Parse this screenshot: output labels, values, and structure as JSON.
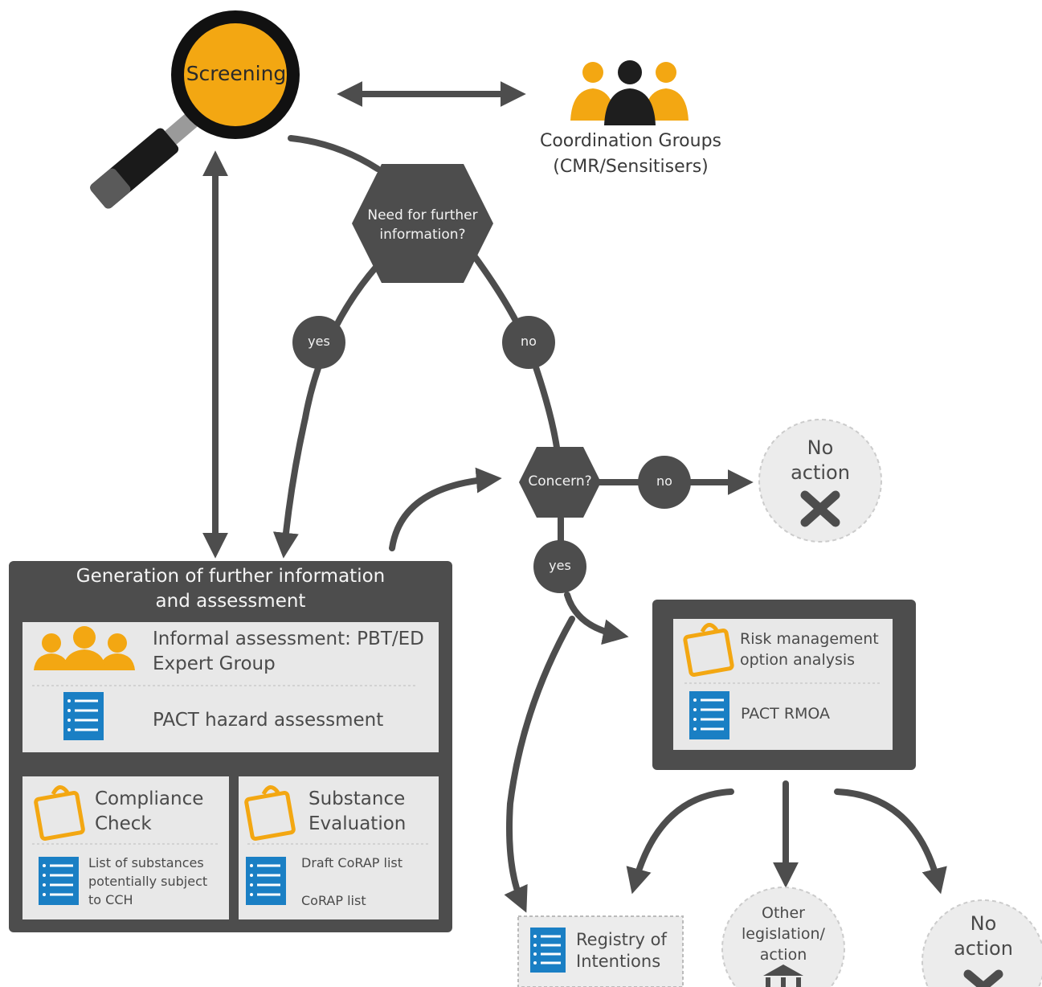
{
  "screening": {
    "label": "Screening"
  },
  "coordination": {
    "line1": "Coordination Groups",
    "line2": "(CMR/Sensitisers)"
  },
  "decision_info": {
    "line1": "Need for further",
    "line2": "information?"
  },
  "decision_concern": {
    "label": "Concern?"
  },
  "badges": {
    "yes_1": "yes",
    "no_1": "no",
    "no_2": "no",
    "yes_2": "yes"
  },
  "no_action_1": {
    "line1": "No",
    "line2": "action"
  },
  "generation": {
    "title_line1": "Generation of further information",
    "title_line2": "and assessment",
    "informal_line1": "Informal assessment: PBT/ED",
    "informal_line2": "Expert Group",
    "pact_hazard": "PACT hazard assessment",
    "compliance_line1": "Compliance",
    "compliance_line2": "Check",
    "compliance_list_line1": "List of substances",
    "compliance_list_line2": "potentially subject",
    "compliance_list_line3": "to CCH",
    "substance_line1": "Substance",
    "substance_line2": "Evaluation",
    "draft_corap": "Draft CoRAP list",
    "corap": "CoRAP list"
  },
  "rmoa": {
    "line1": "Risk management",
    "line2": "option analysis",
    "pact_rmoa": "PACT RMOA"
  },
  "registry": {
    "line1": "Registry of",
    "line2": "Intentions"
  },
  "other_legislation": {
    "line1": "Other",
    "line2": "legislation/",
    "line3": "action"
  },
  "no_action_2": {
    "line1": "No",
    "line2": "action"
  },
  "colors": {
    "dark": "#4d4d4d",
    "panel": "#e8e8e8",
    "orange": "#f3a712",
    "blue": "#1a7fc4",
    "circle": "#ececec"
  },
  "icons": [
    "magnifier-icon",
    "people-group-icon",
    "clipboard-icon",
    "list-document-icon",
    "close-x-icon",
    "institution-icon"
  ]
}
